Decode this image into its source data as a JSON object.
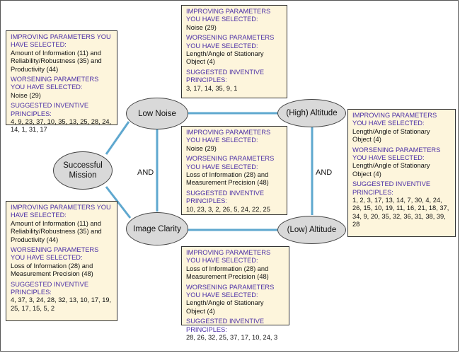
{
  "nodes": {
    "successful_mission": "Successful Mission",
    "low_noise": "Low Noise",
    "image_clarity": "Image Clarity",
    "high_altitude": "(High) Altitude",
    "low_altitude": "(Low) Altitude"
  },
  "and_labels": {
    "left": "AND",
    "right": "AND"
  },
  "panels": [
    {
      "improving_heading": "IMPROVING PARAMETERS YOU HAVE SELECTED:",
      "improving": "Amount of Information (11) and Reliability/Robustness (35) and Productivity (44)",
      "worsening_heading": "WORSENING PARAMETERS YOU HAVE SELECTED:",
      "worsening": "Noise (29)",
      "principles_heading": "SUGGESTED INVENTIVE PRINCIPLES:",
      "principles": "4, 9, 23, 37, 10, 35, 13, 25, 28, 24, 14, 1, 31, 17"
    },
    {
      "improving_heading": "IMPROVING PARAMETERS YOU HAVE SELECTED:",
      "improving": "Noise (29)",
      "worsening_heading": "WORSENING PARAMETERS YOU HAVE SELECTED:",
      "worsening": "Length/Angle of Stationary Object (4)",
      "principles_heading": "SUGGESTED INVENTIVE PRINCIPLES:",
      "principles": "3, 17, 14, 35, 9, 1"
    },
    {
      "improving_heading": "IMPROVING PARAMETERS YOU HAVE SELECTED:",
      "improving": "Noise (29)",
      "worsening_heading": "WORSENING PARAMETERS YOU HAVE SELECTED:",
      "worsening": "Loss of Information (28) and Measurement Precision (48)",
      "principles_heading": "SUGGESTED INVENTIVE PRINCIPLES:",
      "principles": "10, 23, 3, 2, 26, 5, 24, 22, 25"
    },
    {
      "improving_heading": "IMPROVING PARAMETERS YOU HAVE SELECTED:",
      "improving": "Length/Angle of Stationary Object (4)",
      "worsening_heading": "WORSENING PARAMETERS YOU HAVE SELECTED:",
      "worsening": "Length/Angle of Stationary Object (4)",
      "principles_heading": "SUGGESTED INVENTIVE PRINCIPLES:",
      "principles": "1, 2, 3, 17, 13, 14, 7, 30, 4, 24, 26, 15, 10, 19, 11, 16, 21, 18, 37, 34, 9, 20, 35, 32, 36, 31, 38, 39, 28"
    },
    {
      "improving_heading": "IMPROVING PARAMETERS YOU HAVE SELECTED:",
      "improving": "Amount of Information (11) and Reliability/Robustness (35) and Productivity (44)",
      "worsening_heading": "WORSENING PARAMETERS YOU HAVE SELECTED:",
      "worsening": "Loss of Information (28) and Measurement Precision (48)",
      "principles_heading": "SUGGESTED INVENTIVE PRINCIPLES:",
      "principles": "4, 37, 3, 24, 28, 32, 13, 10, 17, 19, 25, 17, 15, 5, 2"
    },
    {
      "improving_heading": "IMPROVING PARAMETERS YOU HAVE SELECTED:",
      "improving": "Loss of Information (28) and Measurement Precision (48)",
      "worsening_heading": "WORSENING PARAMETERS YOU HAVE SELECTED:",
      "worsening": "Length/Angle of Stationary Object (4)",
      "principles_heading": "SUGGESTED INVENTIVE PRINCIPLES:",
      "principles": "28, 26, 32, 25, 37, 17, 10, 24, 3"
    }
  ],
  "colors": {
    "connector": "#5fa8cf",
    "panel_bg": "#fdf5dc",
    "heading": "#4b2fa6",
    "node_bg": "#d9d9d9"
  }
}
